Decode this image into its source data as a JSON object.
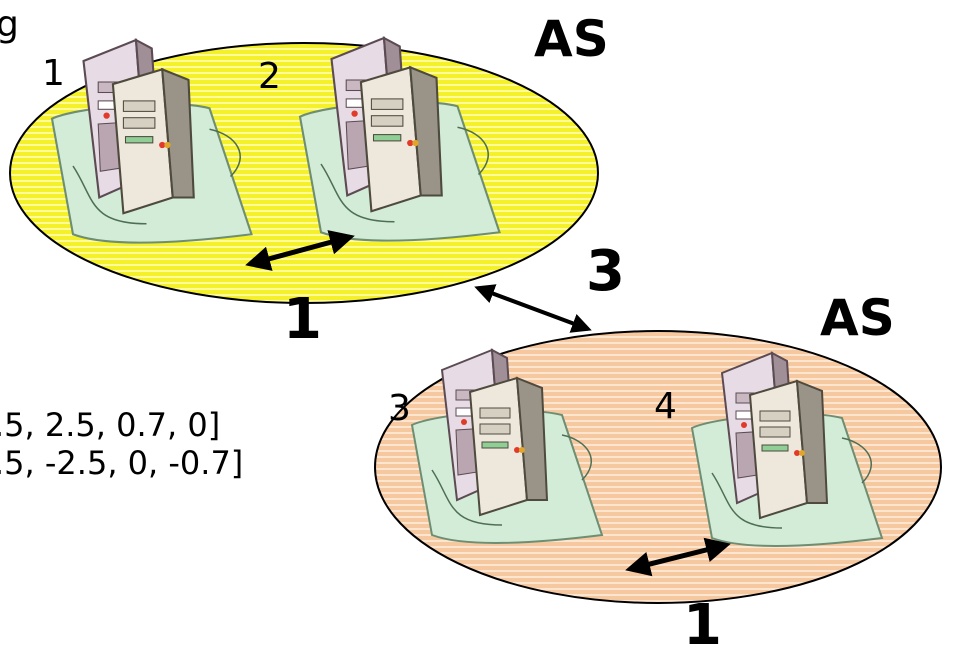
{
  "corner_text": "g",
  "as_top_label": "AS",
  "as_bottom_label": "AS",
  "node_labels": [
    "1",
    "2",
    "3",
    "4"
  ],
  "cost_top": "1",
  "cost_between": "3",
  "cost_bottom": "1",
  "vectors": [
    ".5, 2.5, 0.7, 0]",
    ".5, -2.5, 0, -0.7]"
  ],
  "colors": {
    "as_top_fill": "#f4f02a",
    "as_top_stripe": "#ffff8c",
    "as_bottom_fill": "#f6c9a3",
    "as_bottom_stripe": "#fde6d2",
    "pad_fill": "#d2ead6",
    "server_light": "#e9dfe7",
    "server_dark": "#9d8f92"
  }
}
